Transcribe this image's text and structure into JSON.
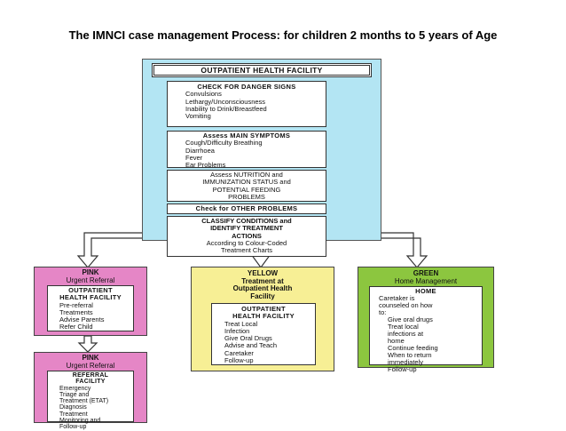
{
  "title": "The IMNCI case management Process:  for children 2 months to 5 years of Age",
  "colors": {
    "outer": "#b3e5f3",
    "pink": "#e586c6",
    "yellow": "#f7ef95",
    "green": "#8cc63f"
  },
  "outpatient": {
    "header": "OUTPATIENT HEALTH FACILITY",
    "danger": {
      "title": "CHECK FOR DANGER SIGNS",
      "lines": [
        "Convulsions",
        "Lethargy/Unconsciousness",
        "Inability to Drink/Breastfeed",
        "Vomiting"
      ]
    },
    "symptoms": {
      "title": "Assess MAIN SYMPTOMS",
      "lines": [
        "Cough/Difficulty Breathing",
        "Diarrhoea",
        "Fever",
        "Ear Problems"
      ]
    },
    "nutrition": {
      "lines": [
        "Assess NUTRITION and",
        "IMMUNIZATION STATUS and",
        "POTENTIAL FEEDING",
        "PROBLEMS"
      ]
    },
    "other": "Check for OTHER PROBLEMS",
    "classify": {
      "lines": [
        "CLASSIFY CONDITIONS and",
        "IDENTIFY TREATMENT",
        "ACTIONS",
        "According to Colour-Coded",
        "Treatment Charts"
      ]
    }
  },
  "pink": {
    "label_title": "PINK",
    "label_sub": "Urgent Referral",
    "facility": {
      "lines": [
        "OUTPATIENT",
        "HEALTH FACILITY"
      ],
      "items": [
        "Pre-referral",
        "Treatments",
        "Advise Parents",
        "Refer Child"
      ]
    },
    "label2_title": "PINK",
    "label2_sub": "Urgent Referral",
    "referral": {
      "lines": [
        "REFERRAL",
        "FACILITY"
      ],
      "items": [
        "Emergency",
        "Triage and",
        "Treatment (ETAT)",
        "Diagnosis",
        "Treatment",
        "Monitoring and",
        "Follow-up"
      ]
    }
  },
  "yellow": {
    "label": [
      "YELLOW",
      "Treatment at",
      "Outpatient Health",
      "Facility"
    ],
    "facility": {
      "lines": [
        "OUTPATIENT",
        "HEALTH FACILITY"
      ],
      "items": [
        "Treat Local",
        "Infection",
        "Give Oral Drugs",
        "Advise and Teach",
        "Caretaker",
        "Follow-up"
      ]
    }
  },
  "green": {
    "label_title": "GREEN",
    "label_sub": "Home Management",
    "home": {
      "title": "HOME",
      "intro": [
        "Caretaker is",
        "counseled on how",
        "to:"
      ],
      "items": [
        "Give oral drugs",
        "Treat local",
        "infections at",
        "home",
        "Continue feeding",
        "When to return",
        "immediately",
        "Follow-up"
      ]
    }
  }
}
